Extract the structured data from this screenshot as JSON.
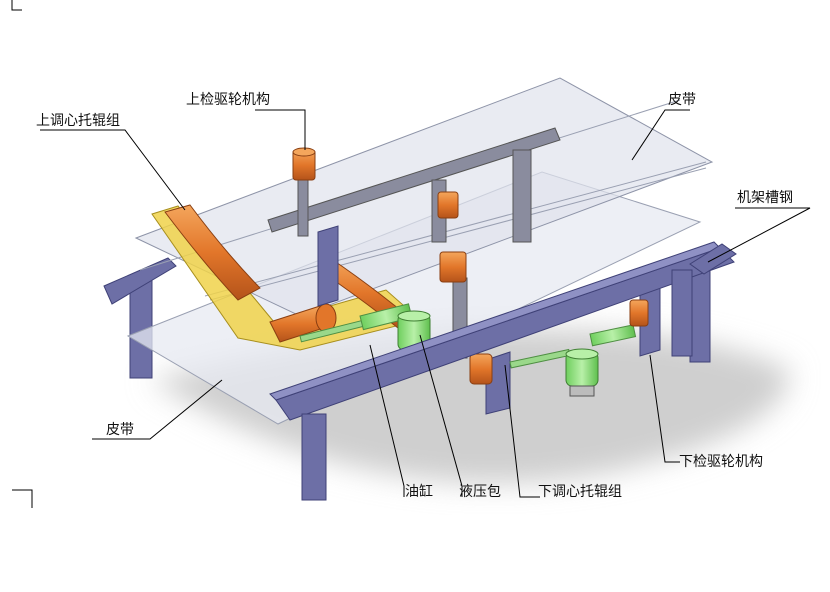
{
  "labels": {
    "upper_detect_wheel": "上检驱轮机构",
    "upper_self_aligning_idler": "上调心托辊组",
    "belt_top": "皮带",
    "frame_channel_steel": "机架槽钢",
    "belt_bottom": "皮带",
    "oil_cylinder": "油缸",
    "hydraulic_pack": "液压包",
    "lower_self_aligning_idler": "下调心托辊组",
    "lower_detect_wheel": "下检驱轮机构"
  },
  "colors": {
    "frame": "#6d6fa6",
    "frame_dark": "#4c4e86",
    "idler_orange": "#e2762a",
    "idler_yellow": "#f0d24a",
    "hydraulic_green": "#8fe07a",
    "belt_glass": "#dfe3ec",
    "shadow": "#c8c8c8"
  }
}
